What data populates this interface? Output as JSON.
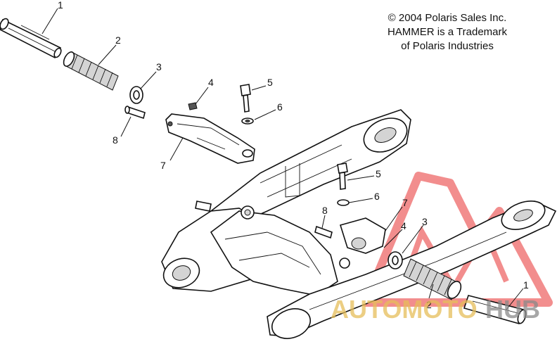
{
  "copyright": {
    "line1": "© 2004 Polaris Sales Inc.",
    "line2": "HAMMER is a Trademark",
    "line3": "of Polaris Industries"
  },
  "callouts": {
    "left_1": "1",
    "left_2": "2",
    "left_3": "3",
    "left_4": "4",
    "left_5": "5",
    "left_6": "6",
    "left_7": "7",
    "left_8": "8",
    "right_1": "1",
    "right_2": "2",
    "right_3": "3",
    "right_4": "4",
    "right_5": "5",
    "right_6": "6",
    "right_7": "7",
    "right_8": "8"
  },
  "watermark": {
    "word_a": "AUTOMOTO",
    "word_b": "HUB",
    "color_primary": "#f07a7a",
    "color_secondary": "#e5bd5a",
    "color_dark": "#8a8a8a"
  }
}
